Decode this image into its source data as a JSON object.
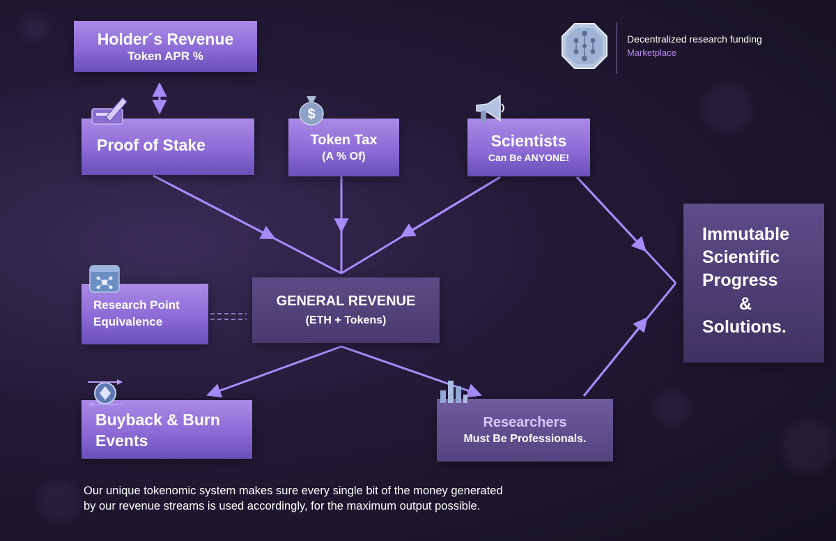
{
  "brand": {
    "title": "Decentralized research funding",
    "subtitle": "Marketplace"
  },
  "nodes": {
    "holders_revenue": {
      "title": "Holder´s Revenue",
      "subtitle": "Token APR %"
    },
    "proof_of_stake": {
      "title": "Proof of Stake"
    },
    "token_tax": {
      "title": "Token Tax",
      "subtitle": "(A % Of)"
    },
    "scientists": {
      "title": "Scientists",
      "subtitle": "Can Be ANYONE!"
    },
    "research_point": {
      "line1": "Research Point",
      "line2": "Equivalence"
    },
    "general_revenue": {
      "title": "GENERAL REVENUE",
      "subtitle": "(ETH + Tokens)"
    },
    "buyback": {
      "line1": "Buyback & Burn",
      "line2": "Events"
    },
    "researchers": {
      "title": "Researchers",
      "subtitle": "Must Be Professionals."
    },
    "immutable": {
      "line1": "Immutable",
      "line2": "Scientific",
      "line3": "Progress",
      "line4": "&",
      "line5": "Solutions."
    }
  },
  "footer": {
    "line1": "Our unique tokenomic system makes sure every single bit of the money generated",
    "line2": "by our revenue streams is used accordingly, for the maximum output possible."
  },
  "colors": {
    "accent": "#a78bfa",
    "box_light": "#9a7be0",
    "box_dark": "#4f3e74",
    "background": "#1c1528"
  },
  "icons": [
    "logo-octagon-icon",
    "pen-card-icon",
    "money-bag-icon",
    "megaphone-icon",
    "browser-network-icon",
    "swap-coin-icon",
    "bar-chart-icon"
  ]
}
